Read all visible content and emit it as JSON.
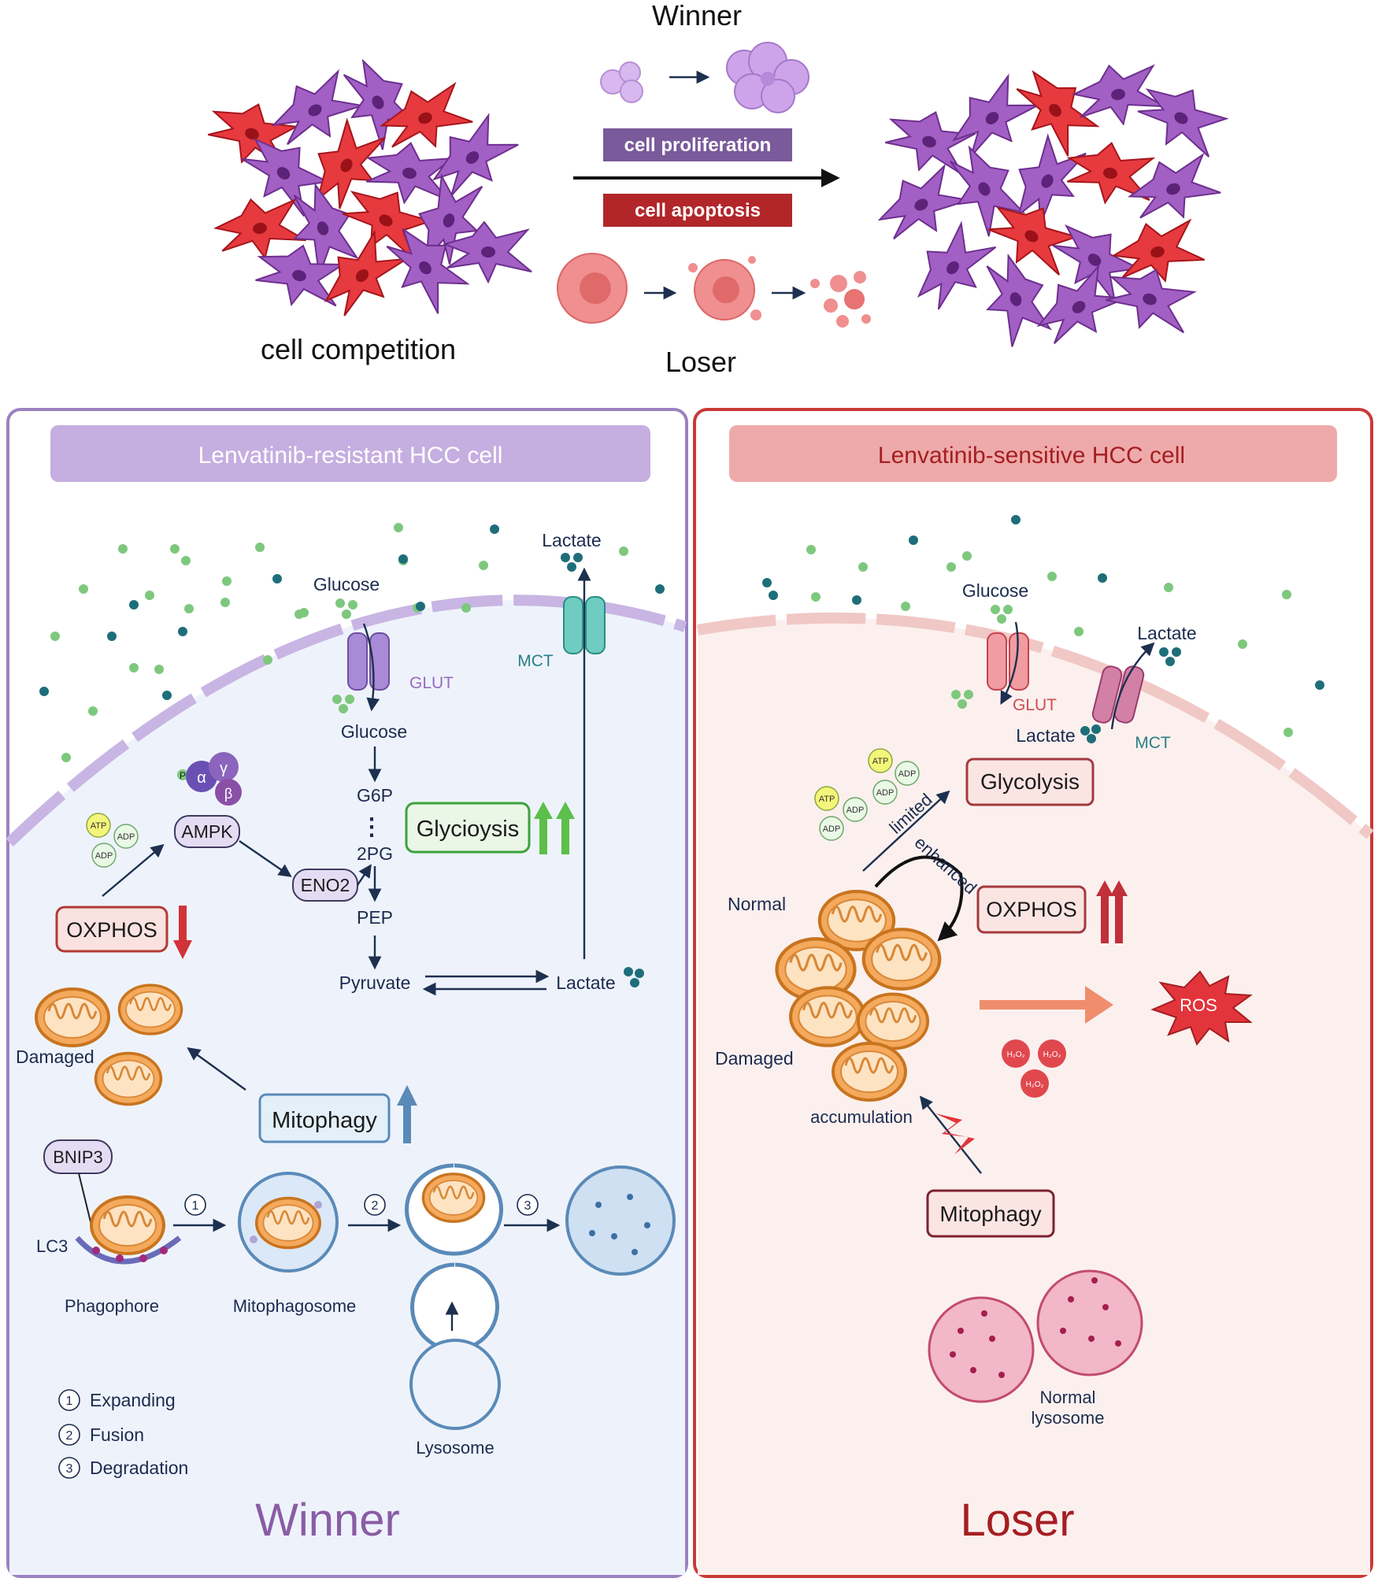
{
  "top": {
    "winner_label": "Winner",
    "loser_label": "Loser",
    "cell_competition_label": "cell competition",
    "proliferation_label": "cell proliferation",
    "apoptosis_label": "cell apoptosis"
  },
  "left_panel": {
    "header": "Lenvatinib-resistant HCC cell",
    "glucose_out": "Glucose",
    "glucose_in": "Glucose",
    "glut": "GLUT",
    "mct": "MCT",
    "lactate_out": "Lactate",
    "lactate_in": "Lactate",
    "g6p": "G6P",
    "dots": "⋮",
    "two_pg": "2PG",
    "pep": "PEP",
    "pyruvate": "Pyruvate",
    "glycolysis_box": "Glycioysis",
    "ampk": "AMPK",
    "eno2": "ENO2",
    "ampk_p": "P",
    "ampk_alpha": "α",
    "ampk_gamma": "γ",
    "ampk_beta": "β",
    "atp": "ATP",
    "adp": "ADP",
    "oxphos": "OXPHOS",
    "damaged": "Damaged",
    "mitophagy": "Mitophagy",
    "bnip3": "BNIP3",
    "lc3": "LC3",
    "phagophore": "Phagophore",
    "mitophagosome": "Mitophagosome",
    "lysosome": "Lysosome",
    "step1": "1",
    "step2": "2",
    "step3": "3",
    "legend": [
      {
        "num": "1",
        "text": "Expanding"
      },
      {
        "num": "2",
        "text": "Fusion"
      },
      {
        "num": "3",
        "text": "Degradation"
      }
    ],
    "footer": "Winner"
  },
  "right_panel": {
    "header": "Lenvatinib-sensitive HCC cell",
    "glucose": "Glucose",
    "glut": "GLUT",
    "lactate_top": "Lactate",
    "lactate_in": "Lactate",
    "mct": "MCT",
    "glycolysis": "Glycolysis",
    "limited": "limited",
    "enhanced": "enhanced",
    "oxphos": "OXPHOS",
    "normal": "Normal",
    "damaged": "Damaged",
    "accumulation": "accumulation",
    "ros": "ROS",
    "h2o2": "H₂O₂",
    "mitophagy": "Mitophagy",
    "normal_lysosome_1": "Normal",
    "normal_lysosome_2": "lysosome",
    "atp": "ATP",
    "adp": "ADP",
    "footer": "Loser"
  },
  "colors": {
    "winner_purple": "#8a5ca6",
    "loser_red": "#c4272b",
    "left_border": "#9b82c0",
    "right_border": "#c93a36",
    "left_header_bg": "#c5aee0",
    "right_header_bg": "#eeaaaa",
    "glycolysis_green": "#3aa33a",
    "mito_orange": "#f0a45a"
  }
}
